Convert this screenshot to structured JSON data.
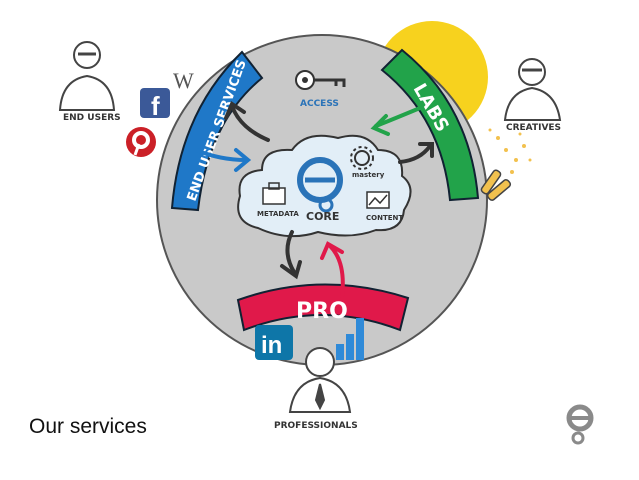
{
  "labels": {
    "end_users": "END USERS",
    "creatives": "CREATIVES",
    "professionals": "PROFESSIONALS",
    "end_user_services": "END USER SERVICES",
    "labs": "LABS",
    "pro": "PRO",
    "access": "ACCESS",
    "core": "CORE",
    "metadata": "METADATA",
    "content": "CONTENT",
    "mastery": "mastery"
  },
  "social": {
    "facebook": "f",
    "wikipedia": "W",
    "linkedin": "in"
  },
  "caption": "Our services",
  "colors": {
    "circle": "#c9c9c9",
    "cloud": "#e2eef7",
    "blue_band": "#1f78c8",
    "green_band": "#22a34a",
    "red_band": "#e0194a",
    "sun": "#f7d21e",
    "facebook": "#3b5998",
    "pinterest": "#cb2027",
    "linkedin": "#0e76a8",
    "chart": "#2f8ad8"
  }
}
